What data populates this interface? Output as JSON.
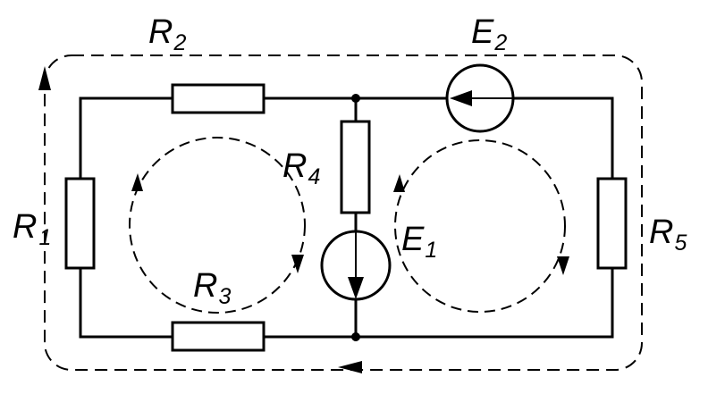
{
  "labels": {
    "r1": {
      "main": "R",
      "sub": "1"
    },
    "r2": {
      "main": "R",
      "sub": "2"
    },
    "r3": {
      "main": "R",
      "sub": "3"
    },
    "r4": {
      "main": "R",
      "sub": "4"
    },
    "r5": {
      "main": "R",
      "sub": "5"
    },
    "e1": {
      "main": "E",
      "sub": "1"
    },
    "e2": {
      "main": "E",
      "sub": "2"
    }
  },
  "colors": {
    "line": "#000000",
    "background": "#ffffff"
  }
}
